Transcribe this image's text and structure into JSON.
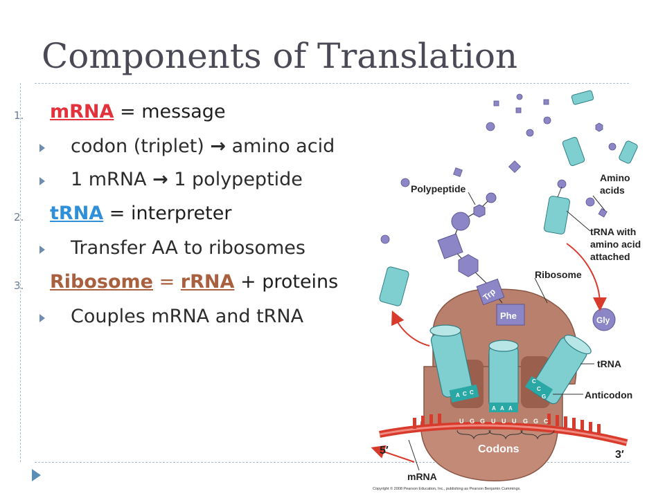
{
  "slide": {
    "title": "Components of Translation",
    "items": [
      {
        "number": "1.",
        "keyword": "mRNA",
        "rest": " = message",
        "subs": [
          {
            "before": "codon (triplet) ",
            "arrow": "→",
            "after": " amino acid"
          },
          {
            "before": "1 mRNA ",
            "arrow": "→",
            "after": " 1 polypeptide"
          }
        ]
      },
      {
        "number": "2.",
        "keyword": "tRNA",
        "rest": " = interpreter",
        "subs": [
          {
            "text": "Transfer AA to ribosomes"
          }
        ]
      },
      {
        "number": "3.",
        "keyword": "Ribosome",
        "eq": " = ",
        "keyword2": "rRNA",
        "rest": " + proteins",
        "subs": [
          {
            "text": "Couples mRNA and tRNA"
          }
        ]
      }
    ]
  },
  "diagram": {
    "labels": {
      "polypeptide": "Polypeptide",
      "amino_acids_1": "Amino",
      "amino_acids_2": "acids",
      "trna_aa_1": "tRNA with",
      "trna_aa_2": "amino acid",
      "trna_aa_3": "attached",
      "ribosome": "Ribosome",
      "trna": "tRNA",
      "anticodon": "Anticodon",
      "codons": "Codons",
      "mrna": "mRNA",
      "five_prime": "5′",
      "three_prime": "3′",
      "trp": "Trp",
      "phe": "Phe",
      "gly": "Gly",
      "copyright": "Copyright © 2008 Pearson Education, Inc., publishing as Pearson Benjamin Cummings."
    },
    "codon_letters": [
      "U",
      "G",
      "G",
      "U",
      "U",
      "U",
      "G",
      "G",
      "C"
    ],
    "anticodon_left": [
      "A",
      "C",
      "C"
    ],
    "anticodon_mid": [
      "A",
      "A",
      "A"
    ],
    "anticodon_right": [
      "C",
      "C",
      "G"
    ]
  }
}
